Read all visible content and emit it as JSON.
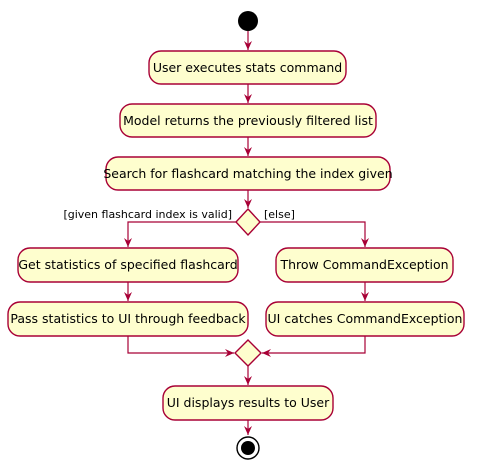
{
  "diagram": {
    "type": "activity",
    "colors": {
      "box_fill": "#FEFECE",
      "stroke": "#A80036",
      "start_end": "#000000"
    },
    "nodes": {
      "start": "start-node",
      "executes_stats": "User executes stats command",
      "model_returns": "Model returns the previously filtered list",
      "search": "Search for flashcard matching the index given",
      "get_stats": "Get statistics of specified flashcard",
      "pass_stats": "Pass statistics to UI through feedback",
      "throw": "Throw CommandException",
      "catches": "UI catches CommandException",
      "displays": "UI displays results to User",
      "end": "end-node"
    },
    "guards": {
      "valid": "[given flashcard index is valid]",
      "else": "[else]"
    }
  }
}
